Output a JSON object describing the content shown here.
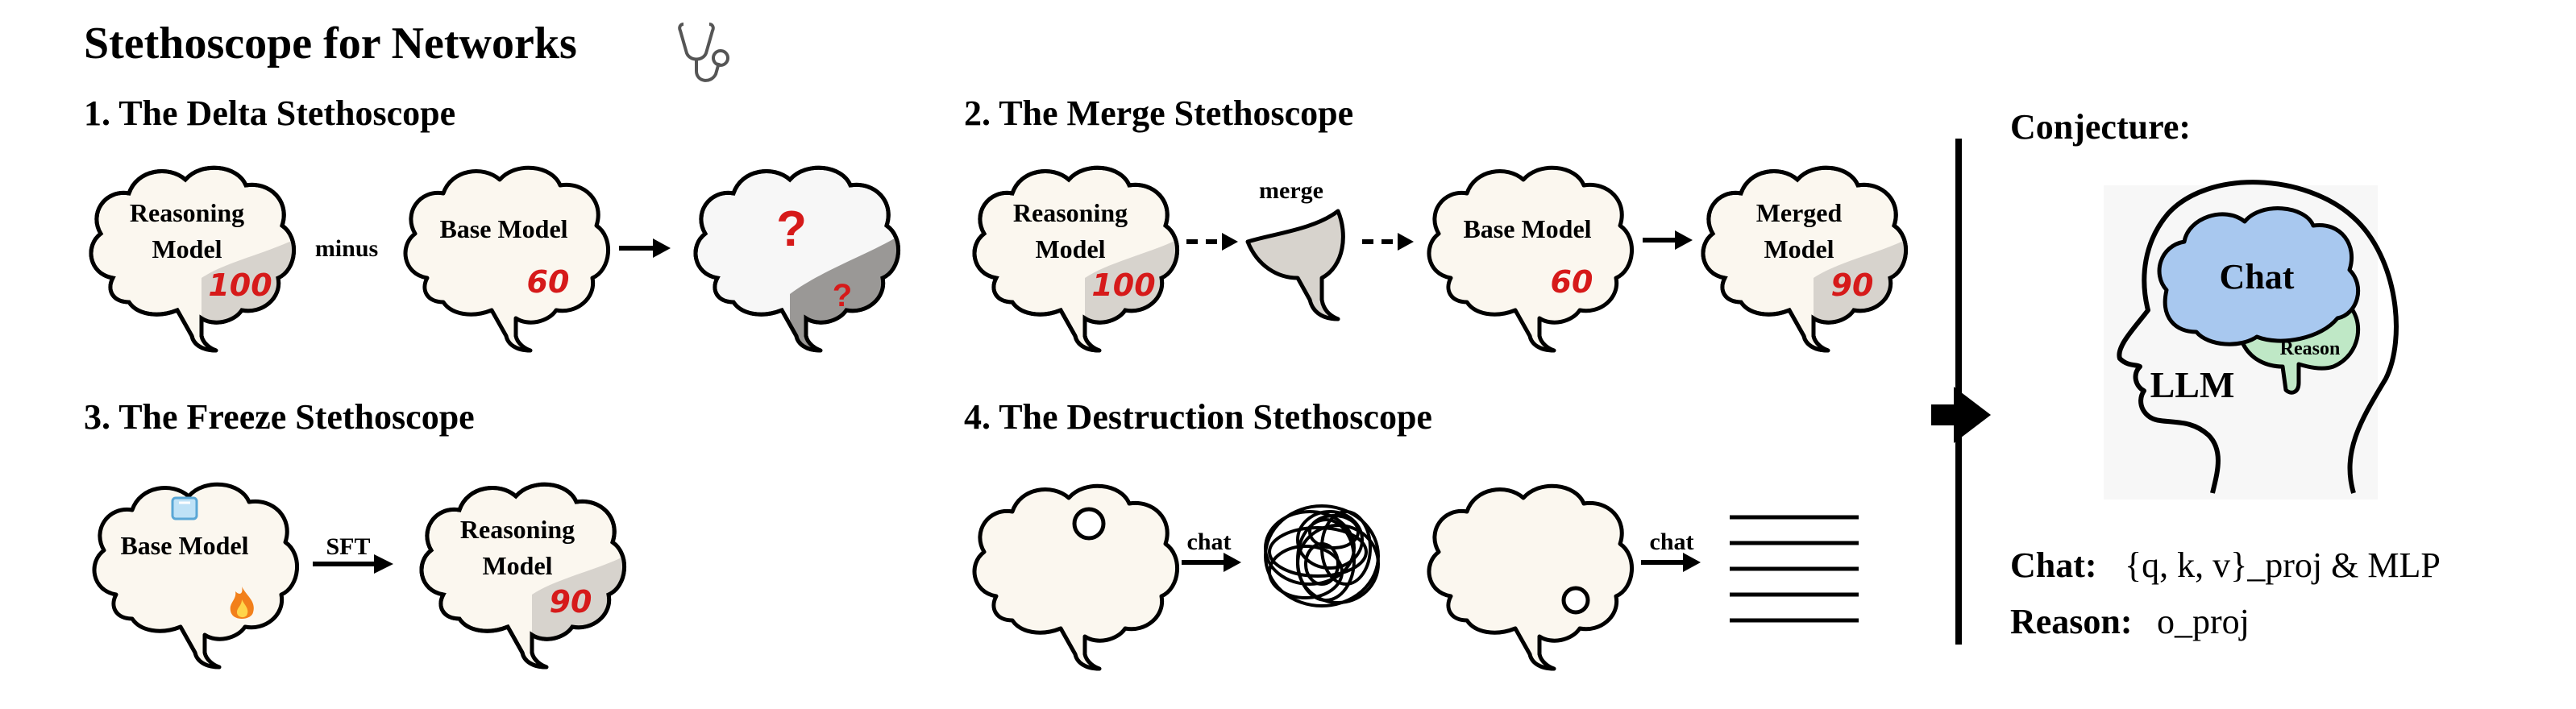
{
  "title": "Stethoscope for Networks",
  "title_icon": "stethoscope-icon",
  "sections": [
    {
      "id": "delta",
      "heading": "1. The Delta Stethoscope",
      "brain1_label": [
        "Reasoning",
        "Model"
      ],
      "brain1_score": "100",
      "operator": "minus",
      "brain2_label": [
        "Base Model"
      ],
      "brain2_score": "60",
      "result_marks": [
        "?",
        "?"
      ]
    },
    {
      "id": "merge",
      "heading": "2. The Merge Stethoscope",
      "brain1_label": [
        "Reasoning",
        "Model"
      ],
      "brain1_score": "100",
      "operator": "merge",
      "brain2_label": [
        "Base Model"
      ],
      "brain2_score": "60",
      "brain3_label": [
        "Merged",
        "Model"
      ],
      "brain3_score": "90"
    },
    {
      "id": "freeze",
      "heading": "3. The Freeze Stethoscope",
      "brain1_label": [
        "Base Model"
      ],
      "brain1_icons": [
        "ice-icon",
        "fire-icon"
      ],
      "operator": "SFT",
      "brain2_label": [
        "Reasoning",
        "Model"
      ],
      "brain2_score": "90"
    },
    {
      "id": "destruction",
      "heading": "4. The Destruction Stethoscope",
      "operator1": "chat",
      "operator2": "chat"
    }
  ],
  "conjecture": {
    "heading": "Conjecture:",
    "head_labels": {
      "chat": "Chat",
      "reason": "Reason",
      "llm": "LLM"
    },
    "colors": {
      "chat": "#a8c8ef",
      "reason": "#bfe8c6"
    },
    "lines": [
      {
        "key": "Chat:",
        "value": "{q, k, v}_proj & MLP"
      },
      {
        "key": "Reason:",
        "value": "o_proj"
      }
    ]
  },
  "colors": {
    "brain_fill": "#fbf7ef",
    "shade": "#d7d3cd",
    "score_red": "#d61a1a"
  }
}
